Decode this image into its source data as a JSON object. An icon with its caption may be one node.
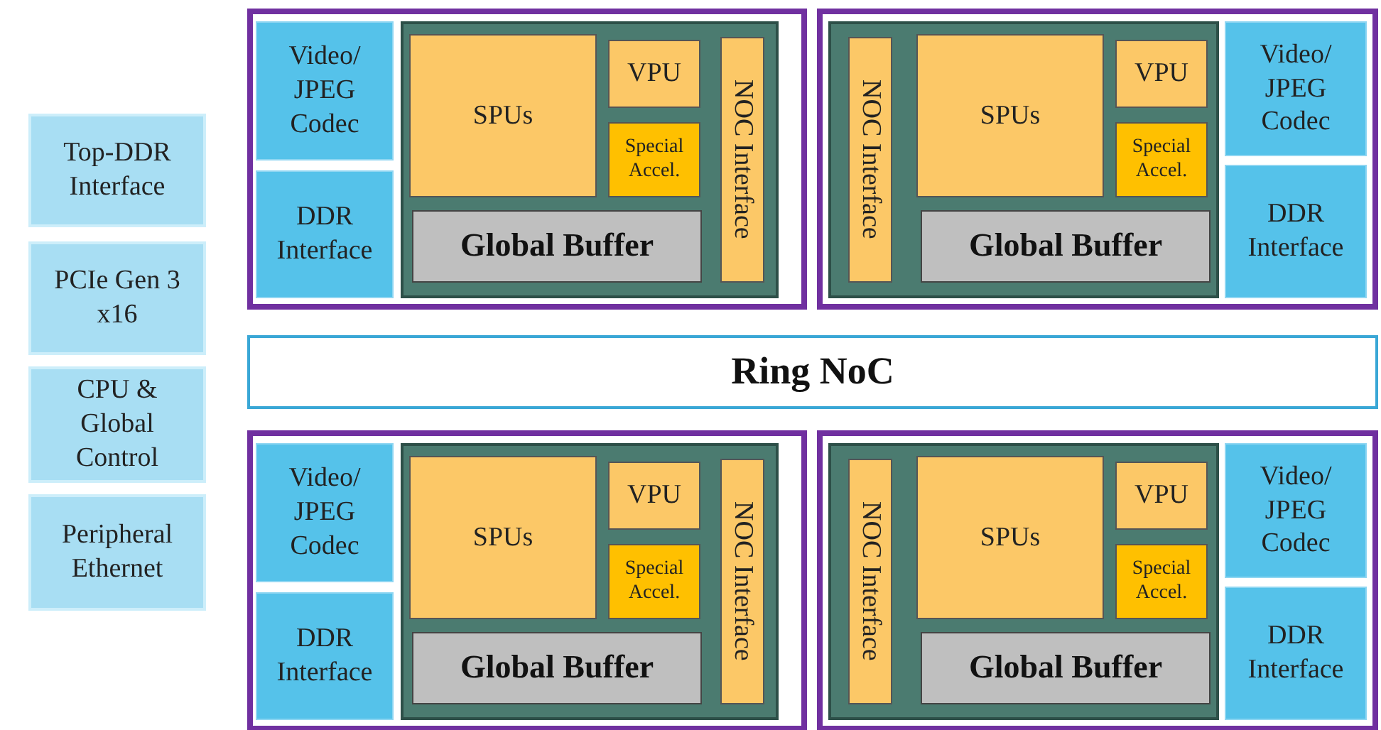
{
  "diagram": {
    "nodes": [
      {
        "text": [
          "Top-DDR Interface"
        ]
      },
      {
        "text": [
          "PCIe Gen 3 x16"
        ]
      },
      {
        "text": [
          "CPU & Global Control"
        ]
      },
      {
        "text": [
          "Peripheral Ethernet"
        ]
      },
      {
        "text": [],
        "shape": "box"
      },
      {
        "text": [
          "Video/ JPEG Codec"
        ],
        "in": 4
      },
      {
        "text": [
          "DDR Interface"
        ],
        "in": 4
      },
      {
        "text": [],
        "shape": "box",
        "in": 4
      },
      {
        "text": [
          "SPUs"
        ],
        "in": 7
      },
      {
        "text": [
          "VPU"
        ],
        "in": 7
      },
      {
        "text": [
          "Special Accel."
        ],
        "in": 7
      },
      {
        "text": [
          "Global Buffer"
        ],
        "in": 7
      },
      {
        "text": [
          "NOC Interface"
        ],
        "in": 7
      },
      {
        "text": [],
        "shape": "box"
      },
      {
        "text": [],
        "shape": "box",
        "in": 13
      },
      {
        "text": [
          "NOC Interface"
        ],
        "in": 14
      },
      {
        "text": [
          "SPUs"
        ],
        "in": 14
      },
      {
        "text": [
          "VPU"
        ],
        "in": 14
      },
      {
        "text": [
          "Special Accel."
        ],
        "in": 14
      },
      {
        "text": [
          "Global Buffer"
        ],
        "in": 14
      },
      {
        "text": [
          "Video/ JPEG Codec"
        ],
        "in": 13
      },
      {
        "text": [
          "DDR Interface"
        ],
        "in": 13
      },
      {
        "text": [
          "Ring NoC"
        ]
      },
      {
        "text": [],
        "shape": "box"
      },
      {
        "text": [
          "Video/ JPEG Codec"
        ],
        "in": 23
      },
      {
        "text": [
          "DDR Interface"
        ],
        "in": 23
      },
      {
        "text": [],
        "shape": "box",
        "in": 23
      },
      {
        "text": [
          "SPUs"
        ],
        "in": 26
      },
      {
        "text": [
          "VPU"
        ],
        "in": 26
      },
      {
        "text": [
          "Special Accel."
        ],
        "in": 26
      },
      {
        "text": [
          "Global Buffer"
        ],
        "in": 26
      },
      {
        "text": [
          "NOC Interface"
        ],
        "in": 26
      },
      {
        "text": [],
        "shape": "box"
      },
      {
        "text": [],
        "shape": "box",
        "in": 32
      },
      {
        "text": [
          "NOC Interface"
        ],
        "in": 33
      },
      {
        "text": [
          "SPUs"
        ],
        "in": 33
      },
      {
        "text": [
          "VPU"
        ],
        "in": 33
      },
      {
        "text": [
          "Special Accel."
        ],
        "in": 33
      },
      {
        "text": [
          "Global Buffer"
        ],
        "in": 33
      },
      {
        "text": [
          "Video/ JPEG Codec"
        ],
        "in": 32
      },
      {
        "text": [
          "DDR Interface"
        ],
        "in": 32
      }
    ]
  }
}
